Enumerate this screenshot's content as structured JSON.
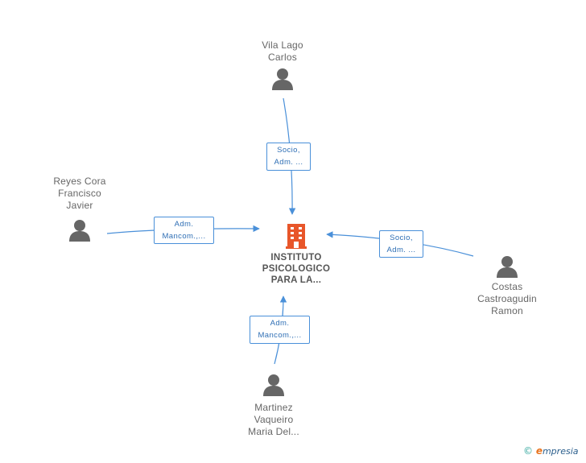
{
  "company": {
    "name_lines": [
      "INSTITUTO",
      "PSICOLOGICO",
      "PARA LA..."
    ],
    "icon": "building-icon",
    "icon_color": "#e8562a"
  },
  "persons": [
    {
      "id": "vila",
      "name_lines": [
        "Vila Lago",
        "Carlos"
      ]
    },
    {
      "id": "reyes",
      "name_lines": [
        "Reyes Cora",
        "Francisco",
        "Javier"
      ]
    },
    {
      "id": "costas",
      "name_lines": [
        "Costas",
        "Castroagudin",
        "Ramon"
      ]
    },
    {
      "id": "martinez",
      "name_lines": [
        "Martinez",
        "Vaqueiro",
        "Maria Del..."
      ]
    }
  ],
  "relations": [
    {
      "id": "vila",
      "lines": [
        "Socio,",
        "Adm. ..."
      ]
    },
    {
      "id": "reyes",
      "lines": [
        "Adm.",
        "Mancom.,..."
      ]
    },
    {
      "id": "costas",
      "lines": [
        "Socio,",
        "Adm. ..."
      ]
    },
    {
      "id": "martinez",
      "lines": [
        "Adm.",
        "Mancom.,..."
      ]
    }
  ],
  "colors": {
    "edge": "#4a90d9",
    "person_icon": "#666666",
    "label_text": "#2f6fb5"
  },
  "footer": {
    "copyright_symbol": "©",
    "brand_first": "e",
    "brand_rest": "mpresia"
  }
}
